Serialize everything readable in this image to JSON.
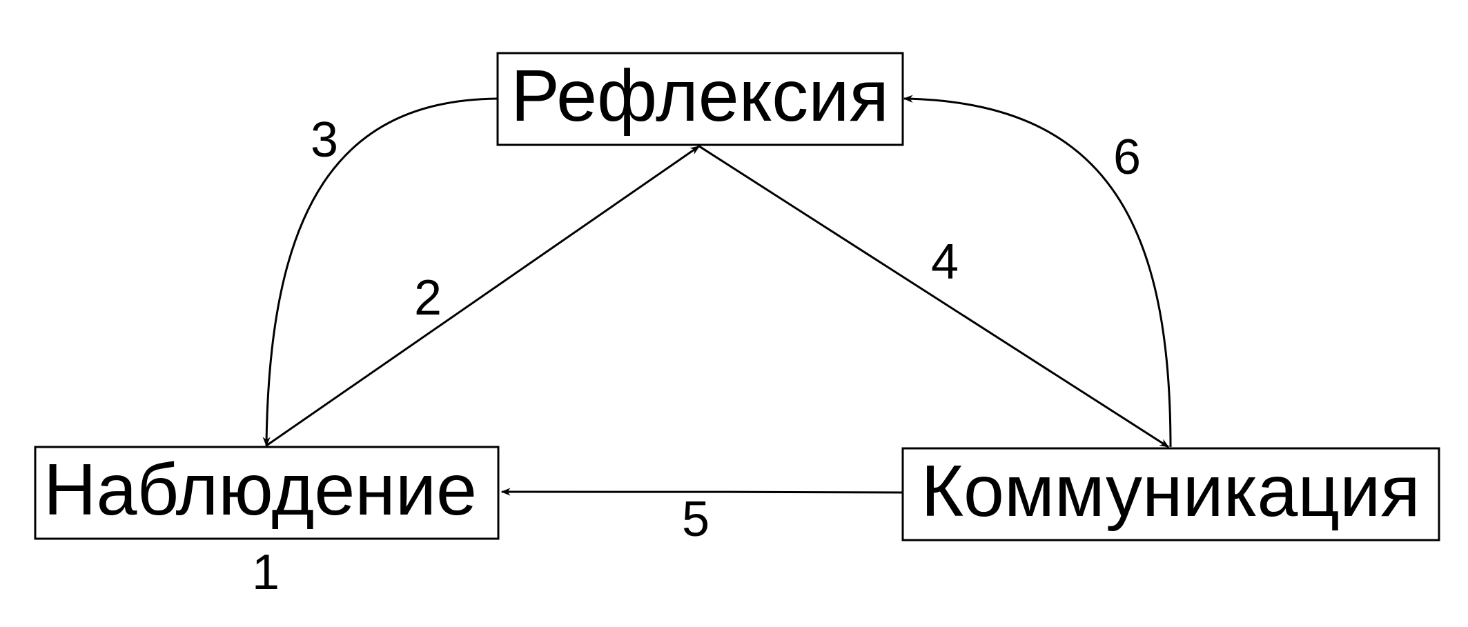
{
  "nodes": {
    "reflection": "Рефлексия",
    "observation": "Наблюдение",
    "communication": "Коммуникация"
  },
  "edge_labels": {
    "e1": "1",
    "e2": "2",
    "e3": "3",
    "e4": "4",
    "e5": "5",
    "e6": "6"
  },
  "colors": {
    "stroke": "#000000",
    "background": "#ffffff"
  }
}
